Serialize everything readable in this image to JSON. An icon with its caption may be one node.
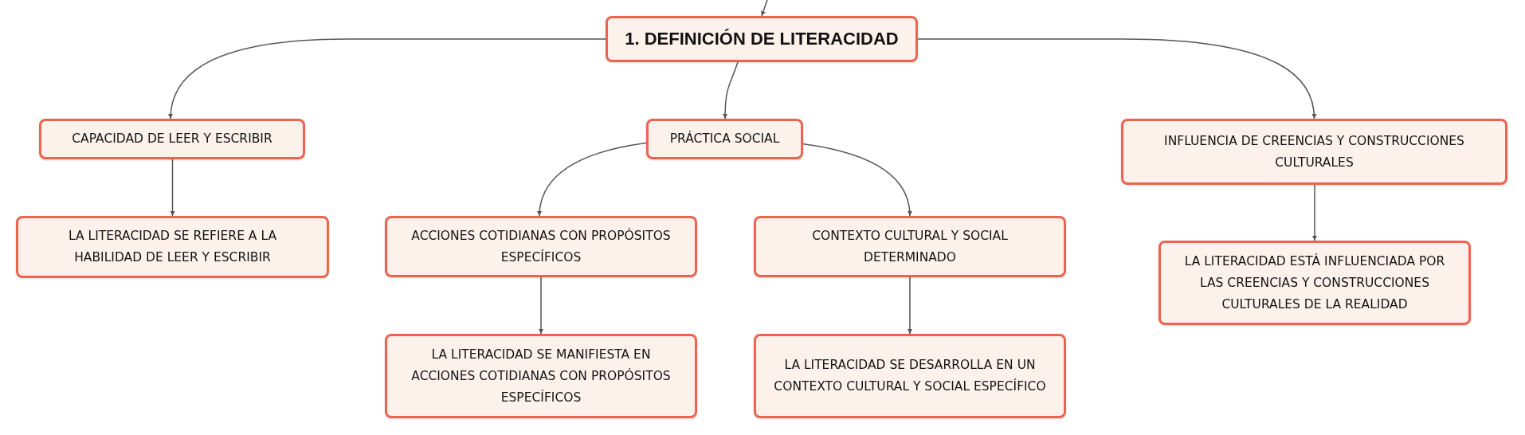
{
  "diagram": {
    "nodes": [
      {
        "text": [
          "1. DEFINICIÓN DE LITERACIDAD"
        ]
      },
      {
        "text": [
          "CAPACIDAD DE LEER Y ESCRIBIR"
        ]
      },
      {
        "text": [
          "PRÁCTICA SOCIAL"
        ]
      },
      {
        "text": [
          "INFLUENCIA DE CREENCIAS Y CONSTRUCCIONES CULTURALES"
        ]
      },
      {
        "text": [
          "LA LITERACIDAD SE REFIERE A LA HABILIDAD DE LEER Y ESCRIBIR"
        ]
      },
      {
        "text": [
          "ACCIONES COTIDIANAS CON PROPÓSITOS ESPECÍFICOS"
        ]
      },
      {
        "text": [
          "CONTEXTO CULTURAL Y SOCIAL DETERMINADO"
        ]
      },
      {
        "text": [
          "LA LITERACIDAD SE MANIFIESTA EN ACCIONES COTIDIANAS CON PROPÓSITOS ESPECÍFICOS"
        ]
      },
      {
        "text": [
          "LA LITERACIDAD SE DESARROLLA EN UN CONTEXTO CULTURAL Y SOCIAL ESPECÍFICO"
        ]
      },
      {
        "text": [
          "LA LITERACIDAD ESTÁ INFLUENCIADA POR LAS CREENCIAS Y CONSTRUCCIONES CULTURALES DE LA REALIDAD"
        ]
      }
    ],
    "edges": [
      {
        "from": null,
        "to": 0,
        "arrow": "to"
      },
      {
        "from": 0,
        "to": 1,
        "arrow": "to"
      },
      {
        "from": 0,
        "to": 2,
        "arrow": "to"
      },
      {
        "from": 0,
        "to": 3,
        "arrow": "to"
      },
      {
        "from": 1,
        "to": 4,
        "arrow": "to"
      },
      {
        "from": 2,
        "to": 5,
        "arrow": "to"
      },
      {
        "from": 2,
        "to": 6,
        "arrow": "to"
      },
      {
        "from": 5,
        "to": 7,
        "arrow": "to"
      },
      {
        "from": 6,
        "to": 8,
        "arrow": "to"
      },
      {
        "from": 3,
        "to": 9,
        "arrow": "to"
      }
    ]
  }
}
